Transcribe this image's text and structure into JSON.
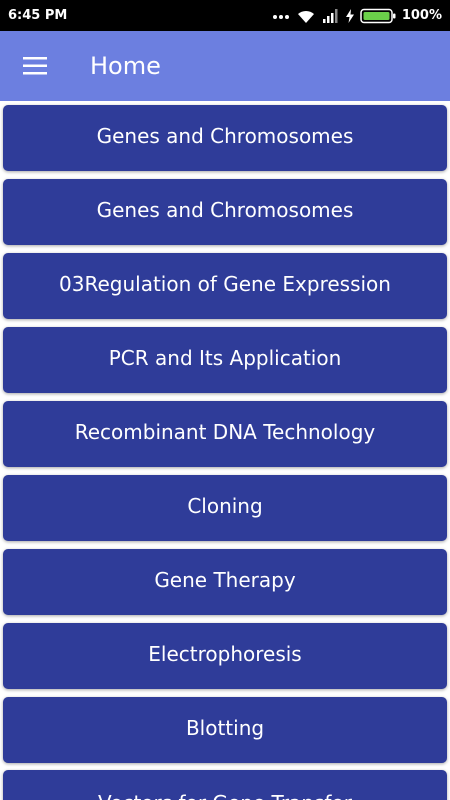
{
  "status": {
    "time": "6:45 PM",
    "battery": "100%",
    "icons": [
      "more-dots-icon",
      "wifi-icon",
      "signal-icon",
      "charging-icon",
      "battery-icon"
    ]
  },
  "app_bar": {
    "title": "Home",
    "menu_icon": "hamburger-menu-icon"
  },
  "colors": {
    "app_bar": "#6c7fe0",
    "button": "#2f3c99",
    "status_bar": "#000000",
    "text": "#ffffff"
  },
  "topics": [
    {
      "label": "Genes and Chromosomes"
    },
    {
      "label": "Genes and Chromosomes"
    },
    {
      "label": "03Regulation of Gene Expression"
    },
    {
      "label": "PCR and Its Application"
    },
    {
      "label": "Recombinant DNA Technology"
    },
    {
      "label": "Cloning"
    },
    {
      "label": "Gene Therapy"
    },
    {
      "label": "Electrophoresis"
    },
    {
      "label": "Blotting"
    },
    {
      "label": "Vectors for Gene Transfer"
    }
  ]
}
